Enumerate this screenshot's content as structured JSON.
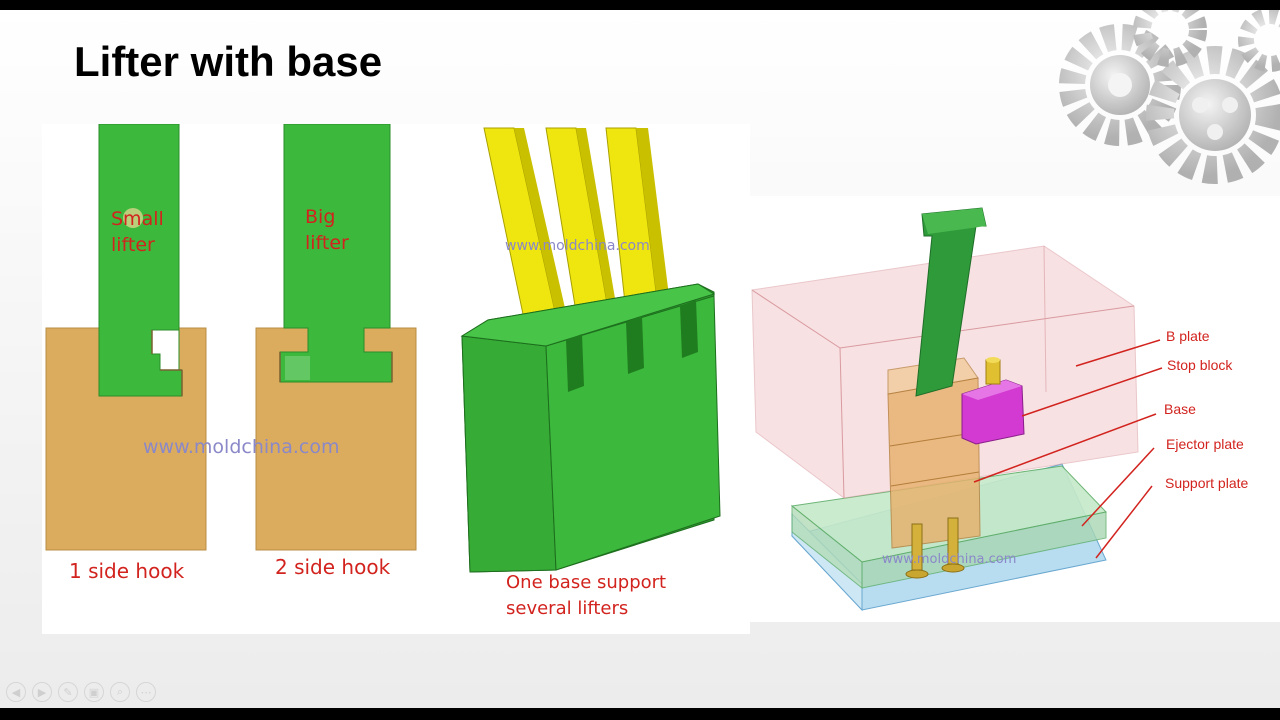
{
  "slide": {
    "title": "Lifter with base"
  },
  "diagrams": {
    "hook_one": {
      "lifter_label": "Small\nlifter",
      "caption": "1 side hook"
    },
    "hook_two": {
      "lifter_label": "Big\nlifter",
      "caption": "2 side hook"
    },
    "multi": {
      "caption": "One base support\nseveral lifters"
    },
    "assembly": {
      "labels": [
        "B plate",
        "Stop block",
        "Base",
        "Ejector plate",
        "Support plate"
      ]
    },
    "watermarks": [
      "www.moldchina.com",
      "www.moldchina.com",
      "www.moldchina.com"
    ]
  },
  "colors": {
    "lifter_green": "#3cb93c",
    "base_tan": "#dcac5e",
    "label_red": "#d2231e",
    "yellow_lifter": "#f0e60f"
  },
  "controls": {
    "icons": [
      "prev-icon",
      "next-icon",
      "pen-icon",
      "slides-icon",
      "zoom-icon",
      "more-icon"
    ],
    "glyphs": [
      "◀",
      "▶",
      "✎",
      "▣",
      "⌕",
      "⋯"
    ]
  }
}
